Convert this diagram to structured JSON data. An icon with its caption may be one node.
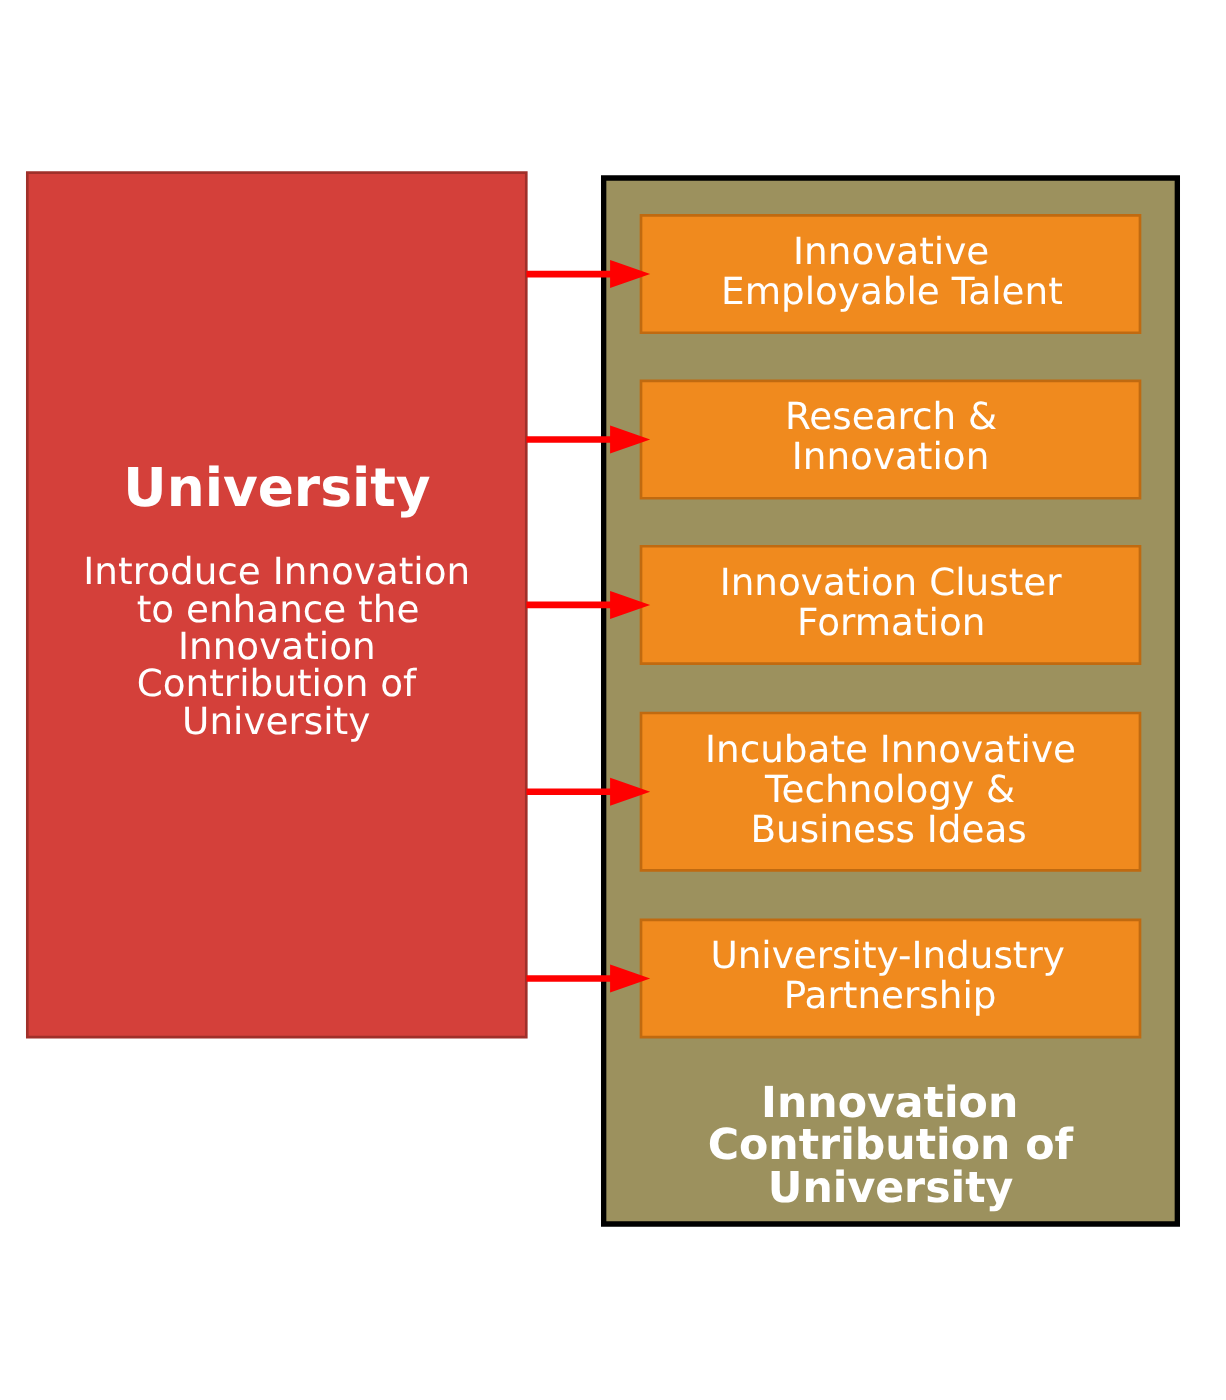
{
  "diagram": {
    "nodes": [
      {
        "text": [
          "University",
          "Introduce Innovation to enhance the Innovation Contribution of University"
        ]
      },
      {
        "text": [
          "Innovation Contribution of University"
        ]
      },
      {
        "text": [
          "Innovative Employable Talent"
        ],
        "in": 1
      },
      {
        "text": [
          "Research & Innovation"
        ],
        "in": 1
      },
      {
        "text": [
          "Innovation Cluster Formation"
        ],
        "in": 1
      },
      {
        "text": [
          "Incubate Innovative Technology & Business Ideas"
        ],
        "in": 1
      },
      {
        "text": [
          "University-Industry Partnership"
        ],
        "in": 1
      }
    ],
    "edges": [
      {
        "from": 0,
        "to": 2,
        "arrow": "to"
      },
      {
        "from": 0,
        "to": 3,
        "arrow": "to"
      },
      {
        "from": 0,
        "to": 4,
        "arrow": "to"
      },
      {
        "from": 0,
        "to": 5,
        "arrow": "to"
      },
      {
        "from": 0,
        "to": 6,
        "arrow": "to"
      }
    ]
  }
}
